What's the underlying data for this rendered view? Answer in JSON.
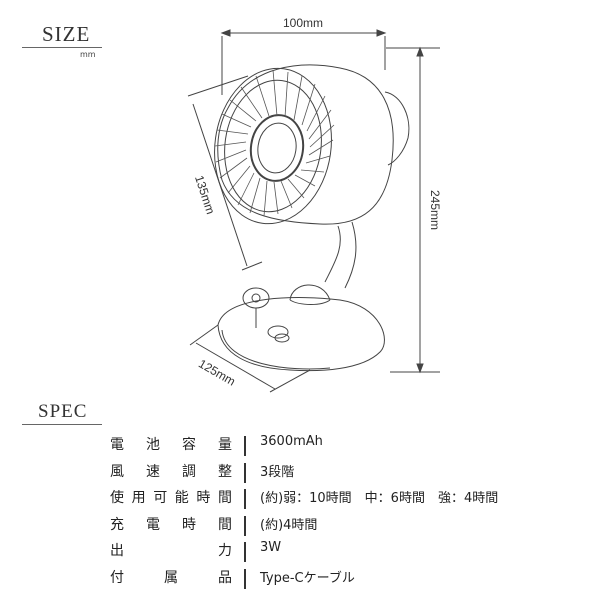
{
  "size_section": {
    "title": "SIZE",
    "unit": "mm",
    "dim_width": "100mm",
    "dim_depth": "135mm",
    "dim_height": "245mm",
    "dim_base": "125mm"
  },
  "spec_section": {
    "title": "SPEC",
    "rows": [
      {
        "label": "電池容量",
        "value": "3600mAh"
      },
      {
        "label": "風速調整",
        "value": "3段階"
      },
      {
        "label": "使用可能時間",
        "value": "(約)弱：10時間　中：6時間　強：4時間"
      },
      {
        "label": "充電時間",
        "value": "(約)4時間"
      },
      {
        "label": "出力",
        "value": "3W"
      },
      {
        "label": "付属品",
        "value": "Type-Cケーブル"
      }
    ]
  }
}
